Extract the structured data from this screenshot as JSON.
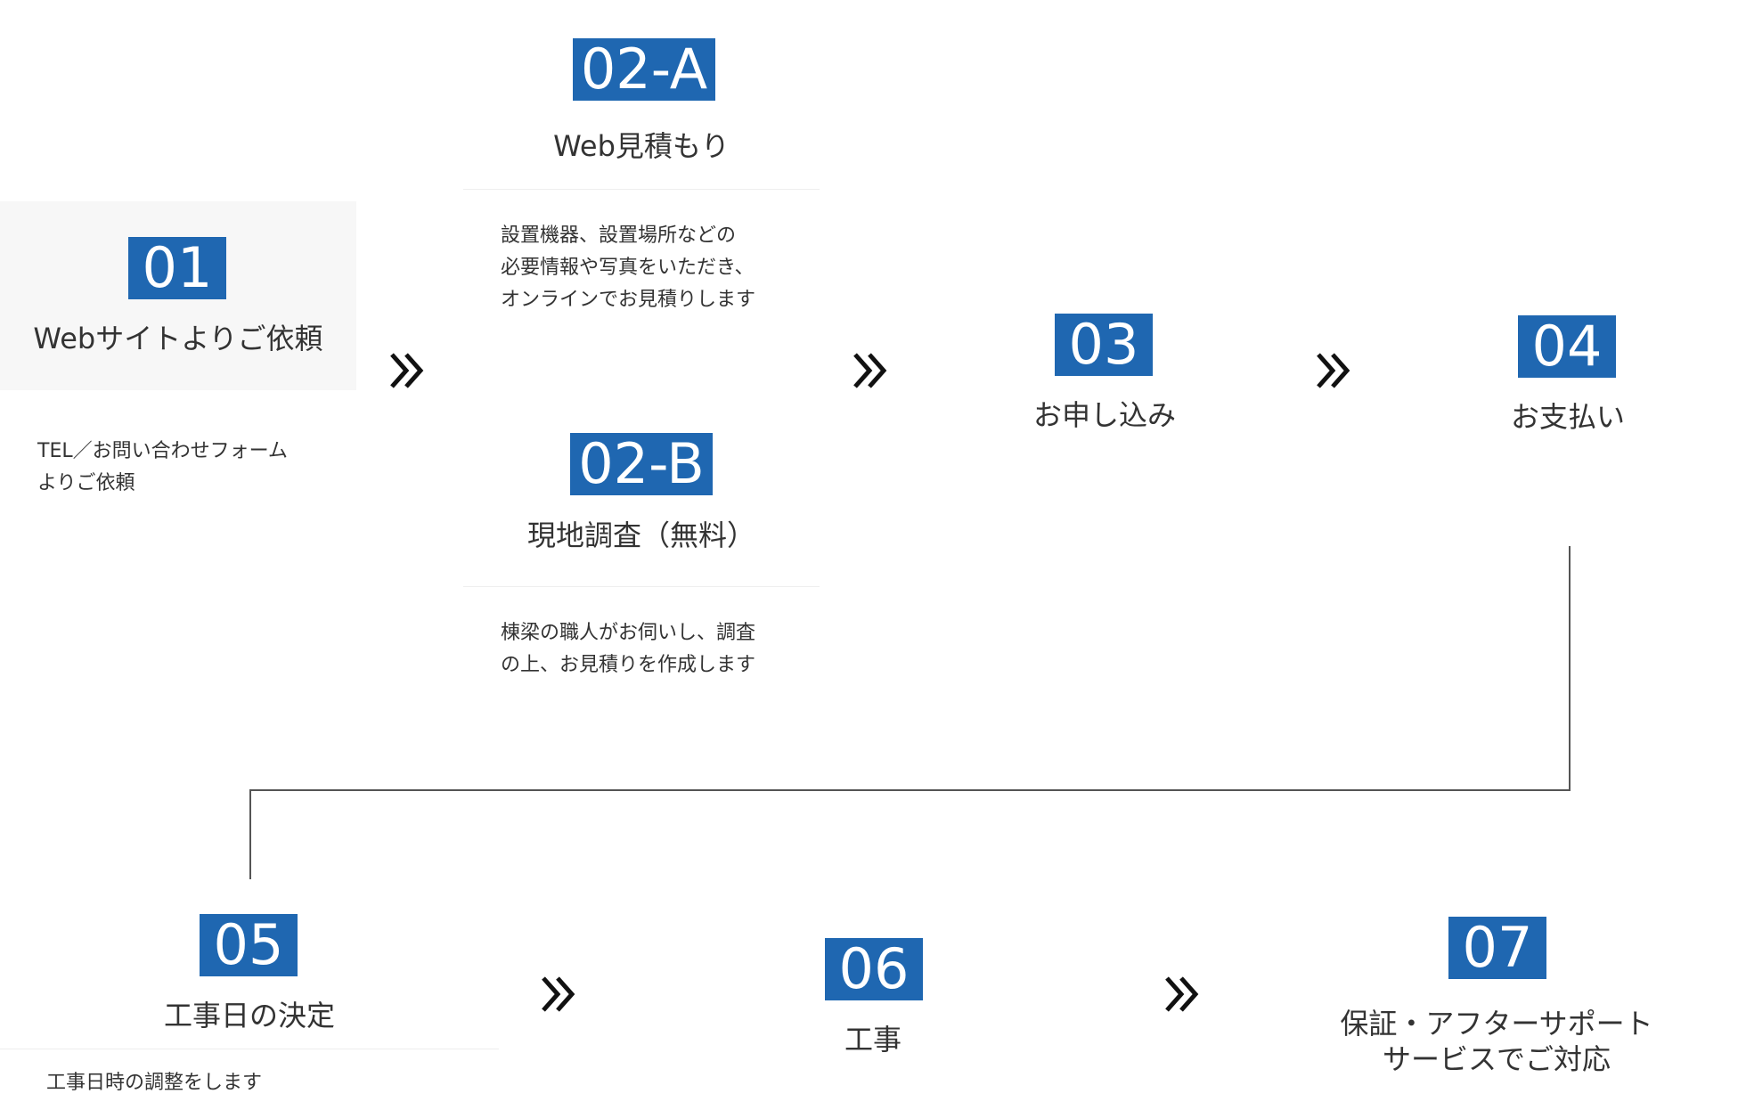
{
  "colors": {
    "badge_bg": "#1f67b1",
    "badge_text": "#ffffff",
    "text": "#333333",
    "panel_bg": "#f7f7f7",
    "connector": "#555555"
  },
  "steps": {
    "s01": {
      "number": "01",
      "title": "Webサイトよりご依頼",
      "desc": "TEL／お問い合わせフォーム\nよりご依頼"
    },
    "s02a": {
      "number": "02-A",
      "title": "Web見積もり",
      "desc": "設置機器、設置場所などの\n必要情報や写真をいただき、\nオンラインでお見積りします"
    },
    "s02b": {
      "number": "02-B",
      "title": "現地調査（無料）",
      "desc": "棟梁の職人がお伺いし、調査\nの上、お見積りを作成します"
    },
    "s03": {
      "number": "03",
      "title": "お申し込み"
    },
    "s04": {
      "number": "04",
      "title": "お支払い"
    },
    "s05": {
      "number": "05",
      "title": "工事日の決定",
      "desc": "工事日時の調整をします"
    },
    "s06": {
      "number": "06",
      "title": "工事"
    },
    "s07": {
      "number": "07",
      "title_line1": "保証・アフターサポート",
      "title_line2": "サービスでご対応"
    }
  },
  "icons": {
    "arrow": "double-chevron-right-icon"
  }
}
